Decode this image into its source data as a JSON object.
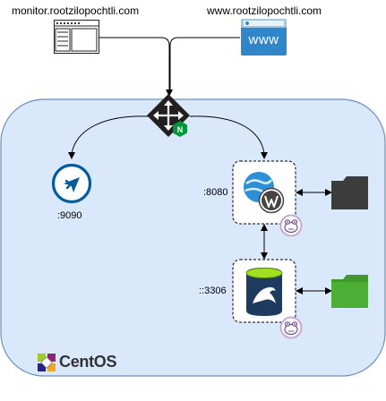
{
  "top": {
    "monitor_url": "monitor.rootzilopochtli.com",
    "www_url": "www.rootzilopochtli.com",
    "www_icon_text": "www"
  },
  "host": {
    "os_name": "CentOS"
  },
  "services": {
    "airflow_port": ":9090",
    "wordpress_port": ":8080",
    "mysql_port": "::3306"
  },
  "colors": {
    "host_fill": "#dae8fc",
    "host_stroke": "#6c8ebf",
    "nginx_dark": "#231f20",
    "nginx_green": "#009639",
    "airflow_blue": "#005b9f",
    "www_blue": "#2f86c9",
    "folder_dark": "#3c3c3c",
    "folder_green": "#4caf35",
    "mysql_navy": "#1e3a5f",
    "mysql_green": "#a0e020",
    "podman_lilac": "#c9a7d9"
  },
  "icons": {
    "monitor": "browser-window-icon",
    "www": "www-browser-icon",
    "nginx": "nginx-icon",
    "airflow": "airflow-icon",
    "wordpress": "wordpress-icon",
    "mysql": "mysql-icon",
    "podman": "podman-icon",
    "folder": "folder-icon",
    "centos": "centos-logo-icon"
  }
}
